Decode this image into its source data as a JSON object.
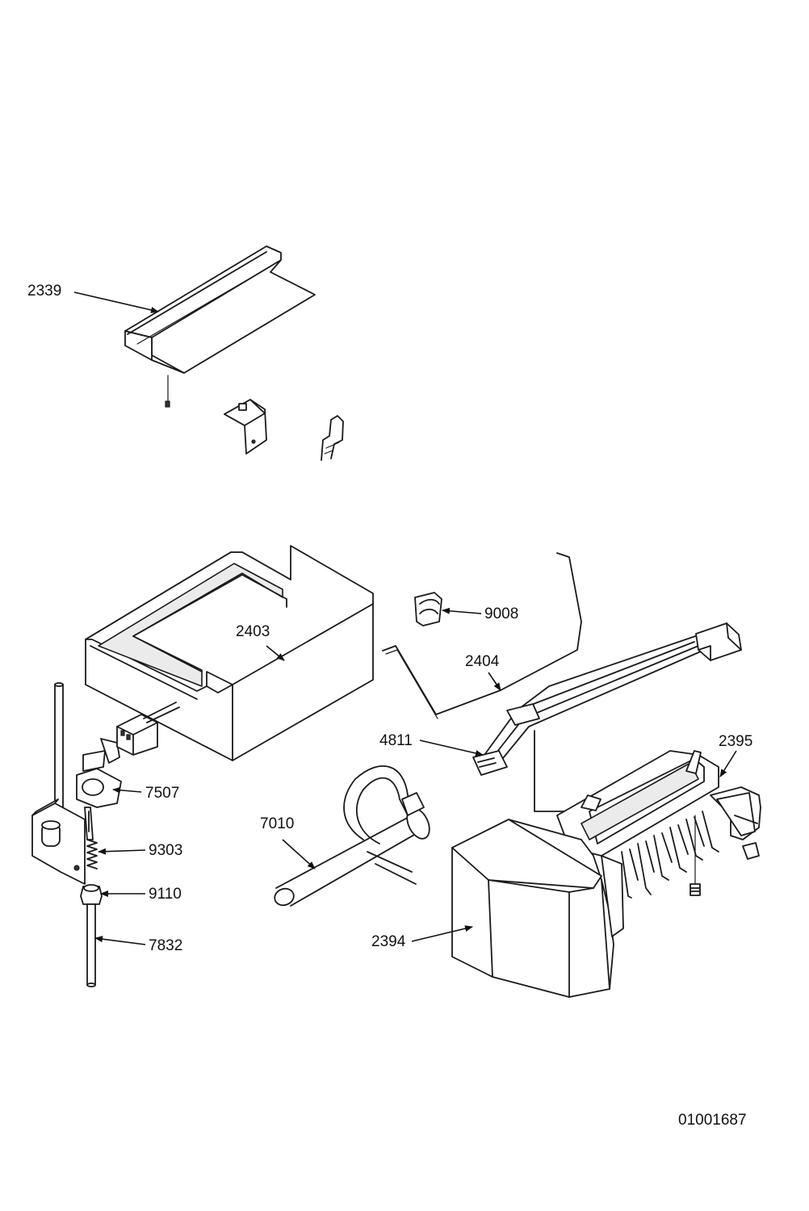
{
  "diagram": {
    "drawing_number": "01001687",
    "callouts": [
      {
        "id": "2339",
        "label": "2339"
      },
      {
        "id": "2403",
        "label": "2403"
      },
      {
        "id": "9008",
        "label": "9008"
      },
      {
        "id": "2404",
        "label": "2404"
      },
      {
        "id": "4811",
        "label": "4811"
      },
      {
        "id": "2395",
        "label": "2395"
      },
      {
        "id": "7507",
        "label": "7507"
      },
      {
        "id": "7010",
        "label": "7010"
      },
      {
        "id": "9303",
        "label": "9303"
      },
      {
        "id": "9110",
        "label": "9110"
      },
      {
        "id": "7832",
        "label": "7832"
      },
      {
        "id": "2394",
        "label": "2394"
      }
    ]
  }
}
